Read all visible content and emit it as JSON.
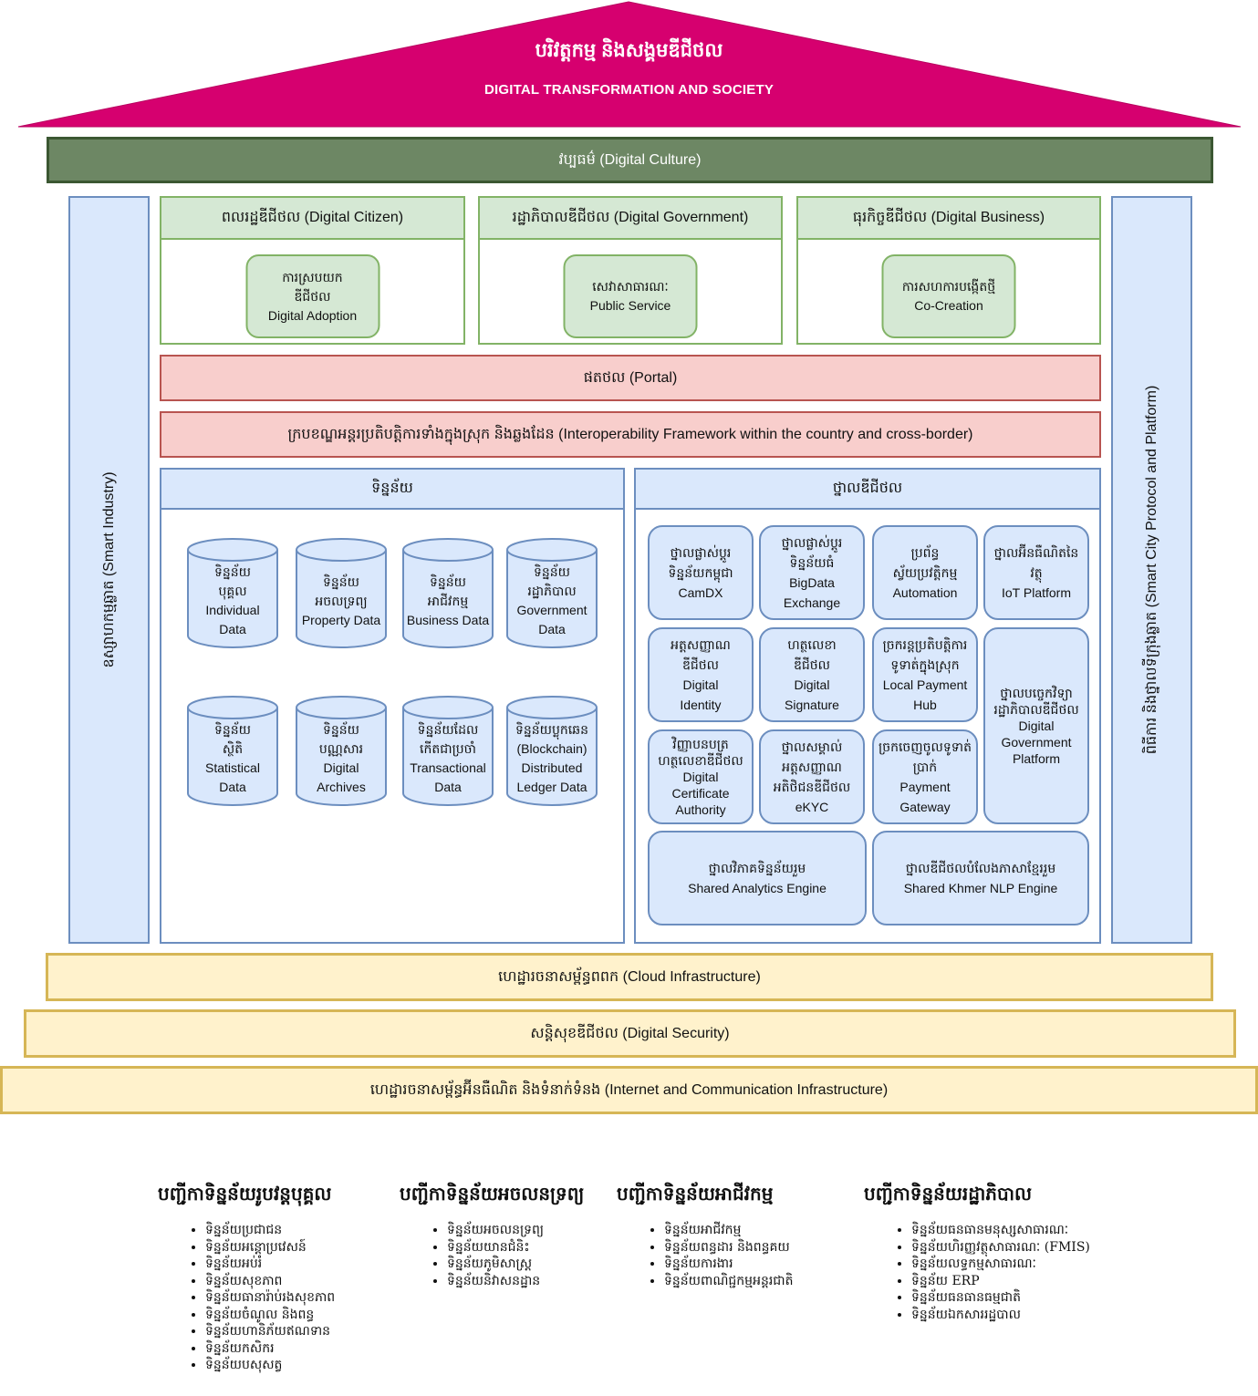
{
  "roof": {
    "title_km": "បរិវត្តកម្ម និងសង្គមឌីជីថល",
    "title_en": "DIGITAL TRANSFORMATION AND SOCIETY"
  },
  "culture": {
    "label": "វប្បធម៌ (Digital Culture)"
  },
  "pillars": {
    "left": "ឧស្សាហកម្មឆ្លាត (Smart Industry)",
    "right": "ពិធីការ និងថ្នាលទីក្រុងឆ្លាត (Smart City Protocol and Platform)"
  },
  "domains": [
    {
      "header": "ពលរដ្ឋឌីជីថល (Digital Citizen)",
      "box_km": [
        "ការស្របយក",
        "ឌីជីថល"
      ],
      "box_en": "Digital Adoption"
    },
    {
      "header": "រដ្ឋាភិបាលឌីជីថល (Digital Government)",
      "box_km": [
        "សេវាសាធារណៈ"
      ],
      "box_en": "Public Service"
    },
    {
      "header": "ធុរកិច្ចឌីជីថល (Digital Business)",
      "box_km": [
        "ការសហការបង្កើតថ្មី"
      ],
      "box_en": "Co-Creation"
    }
  ],
  "portal": {
    "label": "ផតថល (Portal)"
  },
  "interop": {
    "label": "ក្របខណ្ឌអន្តរប្រតិបត្តិការទាំងក្នុងស្រុក និងឆ្លងដែន (Interoperability Framework within the country and cross-border)"
  },
  "data_panel": {
    "header": "ទិន្នន័យ",
    "items": [
      {
        "km": [
          "ទិន្នន័យ",
          "បុគ្គល"
        ],
        "en": [
          "Individual",
          "Data"
        ]
      },
      {
        "km": [
          "ទិន្នន័យ",
          "អចលទ្រព្យ"
        ],
        "en": [
          "Property Data"
        ]
      },
      {
        "km": [
          "ទិន្នន័យ",
          "អាជីវកម្ម"
        ],
        "en": [
          "Business Data"
        ]
      },
      {
        "km": [
          "ទិន្នន័យ",
          "រដ្ឋាភិបាល"
        ],
        "en": [
          "Government",
          "Data"
        ]
      },
      {
        "km": [
          "ទិន្នន័យ",
          "ស្ថិតិ"
        ],
        "en": [
          "Statistical",
          "Data"
        ]
      },
      {
        "km": [
          "ទិន្នន័យ",
          "បណ្ណសារ"
        ],
        "en": [
          "Digital",
          "Archives"
        ]
      },
      {
        "km": [
          "ទិន្នន័យដែល",
          "កើតជាប្រចាំ"
        ],
        "en": [
          "Transactional",
          "Data"
        ]
      },
      {
        "km": [
          "ទិន្នន័យប្លុកឆេន"
        ],
        "en": [
          "(Blockchain)",
          "Distributed",
          "Ledger Data"
        ]
      }
    ]
  },
  "platform_panel": {
    "header": "ថ្នាលឌីជីថល",
    "items": [
      {
        "id": "camdx",
        "km": [
          "ថ្នាលផ្លាស់ប្តូរ",
          "ទិន្នន័យកម្ពុជា"
        ],
        "en": [
          "CamDX"
        ]
      },
      {
        "id": "bigdata",
        "km": [
          "ថ្នាលផ្លាស់ប្តូរ",
          "ទិន្នន័យធំ"
        ],
        "en": [
          "BigData",
          "Exchange"
        ]
      },
      {
        "id": "automation",
        "km": [
          "ប្រព័ន្ធ",
          "ស្វ័យប្រវត្តិកម្ម"
        ],
        "en": [
          "Automation"
        ]
      },
      {
        "id": "iot",
        "km": [
          "ថ្នាលអ៊ីនធឺណិតនៃ",
          "វត្ថុ"
        ],
        "en": [
          "IoT Platform"
        ]
      },
      {
        "id": "digital-identity",
        "km": [
          "អត្តសញ្ញាណ",
          "ឌីជីថល"
        ],
        "en": [
          "Digital",
          "Identity"
        ]
      },
      {
        "id": "digital-signature",
        "km": [
          "ហត្ថលេខា",
          "ឌីជីថល"
        ],
        "en": [
          "Digital",
          "Signature"
        ]
      },
      {
        "id": "local-payment-hub",
        "km": [
          "ច្រករន្តប្រតិបត្តិការ",
          "ទូទាត់ក្នុងស្រុក"
        ],
        "en": [
          "Local Payment",
          "Hub"
        ]
      },
      {
        "id": "gov-platform",
        "km": [
          "ថ្នាលបច្ចេកវិទ្យា",
          "រដ្ឋាភិបាលឌីជីថល"
        ],
        "en": [
          "Digital",
          "Government",
          "Platform"
        ]
      },
      {
        "id": "dca",
        "km": [
          "វិញ្ញាបនបត្រ",
          "ហត្ថលេខាឌីជីថល"
        ],
        "en": [
          "Digital",
          "Certificate",
          "Authority"
        ]
      },
      {
        "id": "ekyc",
        "km": [
          "ថ្នាលសម្គាល់",
          "អត្តសញ្ញាណ",
          "អតិថិជនឌីជីថល"
        ],
        "en": [
          "eKYC"
        ]
      },
      {
        "id": "payment-gateway",
        "km": [
          "ច្រកចេញចូលទូទាត់",
          "ប្រាក់"
        ],
        "en": [
          "Payment",
          "Gateway"
        ]
      },
      {
        "id": "analytics",
        "km": [
          "ថ្នាលវិភាគទិន្នន័យរួម"
        ],
        "en": [
          "Shared Analytics Engine"
        ]
      },
      {
        "id": "nlp",
        "km": [
          "ថ្នាលឌីជីថលបំលែងភាសាខ្មែររួម"
        ],
        "en": [
          "Shared Khmer NLP Engine"
        ]
      }
    ]
  },
  "foundation": {
    "cloud": "ហេដ្ឋារចនាសម្ព័ន្ធពពក (Cloud Infrastructure)",
    "security": "សន្តិសុខឌីជីថល (Digital Security)",
    "ict": "ហេដ្ឋារចនាសម្ព័ន្ធអ៊ីនធឺណិត និងទំនាក់ទំនង (Internet and Communication Infrastructure)"
  },
  "registries": [
    {
      "title": "បញ្ជីកាទិន្នន័យរូបវន្តបុគ្គល",
      "items": [
        "ទិន្នន័យប្រជាជន",
        "ទិន្នន័យអន្តោប្រវេសន៍",
        "ទិន្នន័យអប់រំ",
        "ទិន្នន័យសុខភាព",
        "ទិន្នន័យធានារ៉ាប់រងសុខភាព",
        "ទិន្នន័យចំណូល និងពន្ធ",
        "ទិន្នន័យហានិភ័យឥណទាន",
        "ទិន្នន័យកសិករ",
        "ទិន្នន័យបសុសត្វ"
      ]
    },
    {
      "title": "បញ្ជីកាទិន្នន័យអចលនទ្រព្យ",
      "items": [
        "ទិន្នន័យអចលនទ្រព្យ",
        "ទិន្នន័យយានជំនិះ",
        "ទិន្នន័យភូមិសាស្ត្រ",
        "ទិន្នន័យនិវាសនដ្ឋាន"
      ]
    },
    {
      "title": "បញ្ជីកាទិន្នន័យអាជីវកម្ម",
      "items": [
        "ទិន្នន័យអាជីវកម្ម",
        "ទិន្នន័យពន្ធដារ និងពន្ធគយ",
        "ទិន្នន័យការងារ",
        "ទិន្នន័យពាណិជ្ជកម្មអន្តរជាតិ"
      ]
    },
    {
      "title": "បញ្ជីកាទិន្នន័យរដ្ឋាភិបាល",
      "items": [
        "ទិន្នន័យធនធានមនុស្សសាធារណៈ",
        "ទិន្នន័យហិរញ្ញវត្ថុសាធារណៈ (FMIS)",
        "ទិន្នន័យលទ្ធកម្មសាធារណៈ",
        "ទិន្នន័យ ERP",
        "ទិន្នន័យធនធានធម្មជាតិ",
        "ទិន្នន័យឯកសាររដ្ឋបាល"
      ]
    }
  ],
  "colors": {
    "roof": "#d6006f",
    "culture_fill": "#6d8764",
    "green_fill": "#d5e8d4",
    "red_fill": "#f8cecc",
    "blue_fill": "#dae8fc",
    "yellow_fill": "#fff2cc"
  }
}
